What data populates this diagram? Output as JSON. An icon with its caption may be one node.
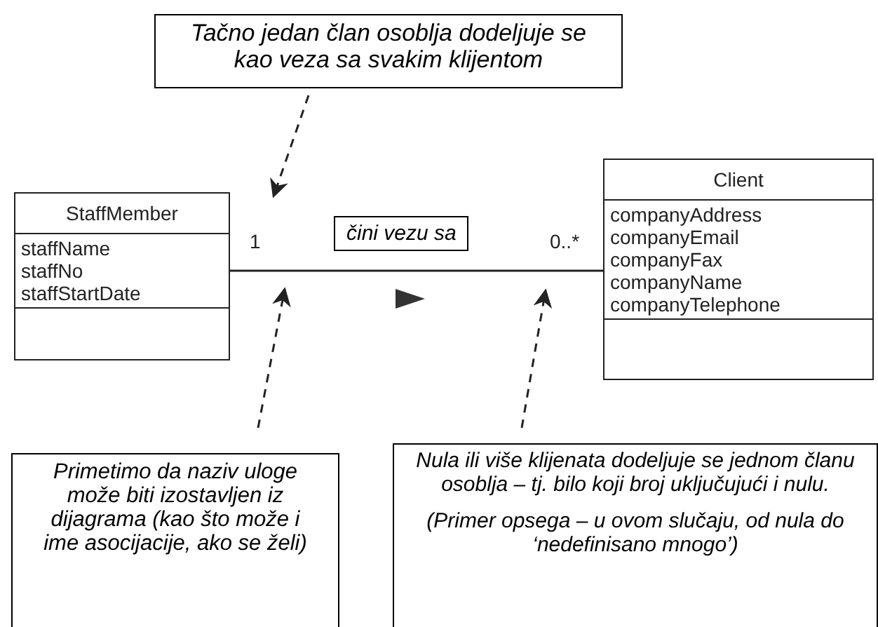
{
  "diagram": {
    "nodes": [
      {
        "text": [
          "Tačno jedan član osoblja dodeljuje se kao veza sa svakim klijentom"
        ]
      },
      {
        "text": [
          "StaffMember",
          "staffName",
          "staffNo",
          "staffStartDate"
        ]
      },
      {
        "text": [
          "Client",
          "companyAddress",
          "companyEmail",
          "companyFax",
          "companyName",
          "companyTelephone"
        ]
      },
      {
        "text": [
          "Primetimo da naziv uloge može biti izostavljen iz dijagrama (kao što može i ime asocijacije, ako se želi)"
        ]
      },
      {
        "text": [
          "Nula ili više klijenata dodeljuje se jednom članu osoblja – tj. bilo koji broj uključujući i nulu.",
          "(Primer opsega – u ovom slučaju, od nula do ‘nedefinisano mnogo’)"
        ]
      }
    ],
    "edges": [
      {
        "from": 1,
        "to": 2,
        "arrow": "none",
        "label": "čini vezu sa"
      },
      {
        "from": 0,
        "to": null,
        "arrow": "to",
        "style": "dashed"
      },
      {
        "from": 3,
        "to": null,
        "arrow": "to",
        "style": "dashed"
      },
      {
        "from": 4,
        "to": null,
        "arrow": "to",
        "style": "dashed"
      }
    ],
    "labels": [
      "1",
      "0..*"
    ]
  }
}
